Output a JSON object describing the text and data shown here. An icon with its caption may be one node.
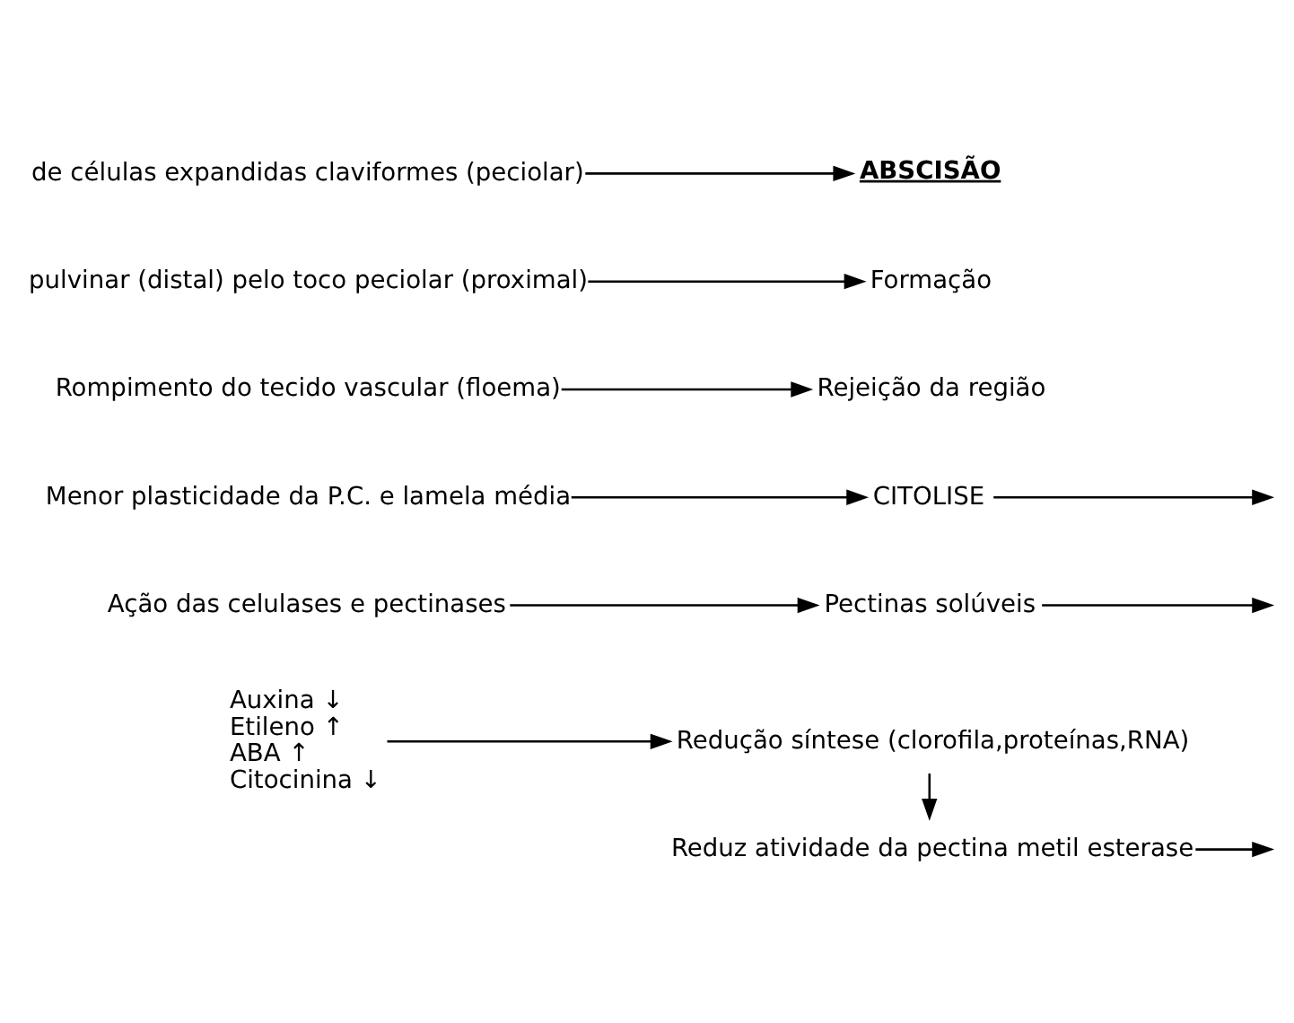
{
  "diagram": {
    "nodes": [
      {
        "text": [
          "Auxina ↓",
          "Etileno ↑",
          "ABA ↑",
          "Citocinina ↓"
        ]
      },
      {
        "text": [
          "Redução síntese (clorofila,proteínas,RNA)"
        ]
      },
      {
        "text": [
          "Reduz atividade da pectina metil esterase"
        ]
      },
      {
        "text": [
          "Ação das celulases e pectinases"
        ]
      },
      {
        "text": [
          "Pectinas solúveis"
        ]
      },
      {
        "text": [
          "Menor plasticidade da P.C. e lamela média"
        ]
      },
      {
        "text": [
          "CITOLISE"
        ]
      },
      {
        "text": [
          "Rompimento do tecido vascular (floema)"
        ]
      },
      {
        "text": [
          "Rejeição da região"
        ]
      },
      {
        "text": [
          "pulvinar (distal) pelo toco peciolar (proximal)"
        ]
      },
      {
        "text": [
          "Formação"
        ]
      },
      {
        "text": [
          "de células expandidas claviformes (peciolar)"
        ]
      },
      {
        "text": [
          "ABSCISÃO"
        ]
      }
    ],
    "edges": [
      {
        "from": 0,
        "to": 1,
        "arrow": "to"
      },
      {
        "from": 1,
        "to": 2,
        "arrow": "to"
      },
      {
        "from": 2,
        "to": null,
        "arrow": "to"
      },
      {
        "from": 3,
        "to": 4,
        "arrow": "to"
      },
      {
        "from": 4,
        "to": null,
        "arrow": "to"
      },
      {
        "from": 5,
        "to": 6,
        "arrow": "to"
      },
      {
        "from": 6,
        "to": null,
        "arrow": "to"
      },
      {
        "from": 7,
        "to": 8,
        "arrow": "to"
      },
      {
        "from": 9,
        "to": 10,
        "arrow": "to"
      },
      {
        "from": 11,
        "to": 12,
        "arrow": "to"
      }
    ]
  }
}
